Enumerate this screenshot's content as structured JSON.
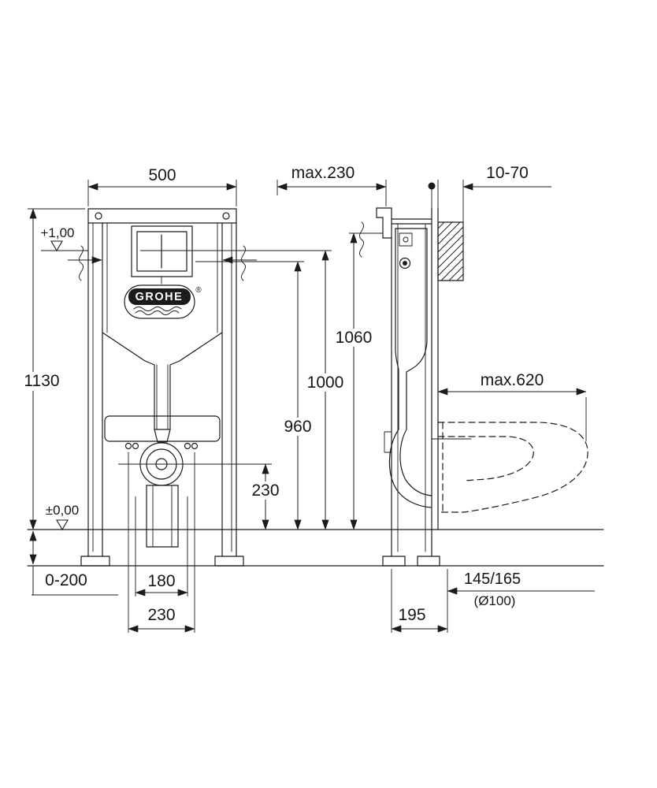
{
  "drawing": {
    "brand": "GROHE",
    "registered_mark": "®",
    "front_view": {
      "width": "500",
      "height": "1130",
      "datum_top": "+1,00",
      "datum_floor": "±0,00",
      "heights": {
        "h1060": "1060",
        "h1000": "1000",
        "h960": "960",
        "drain": "230"
      },
      "bottom": {
        "foot_range": "0-200",
        "w180": "180",
        "w230": "230"
      }
    },
    "side_view": {
      "plate_depth": "max.230",
      "wall_range": "10-70",
      "bowl_depth": "max.620",
      "frame_depth": "195",
      "outlet": {
        "height": "145/165",
        "diameter": "(Ø100)"
      }
    }
  }
}
